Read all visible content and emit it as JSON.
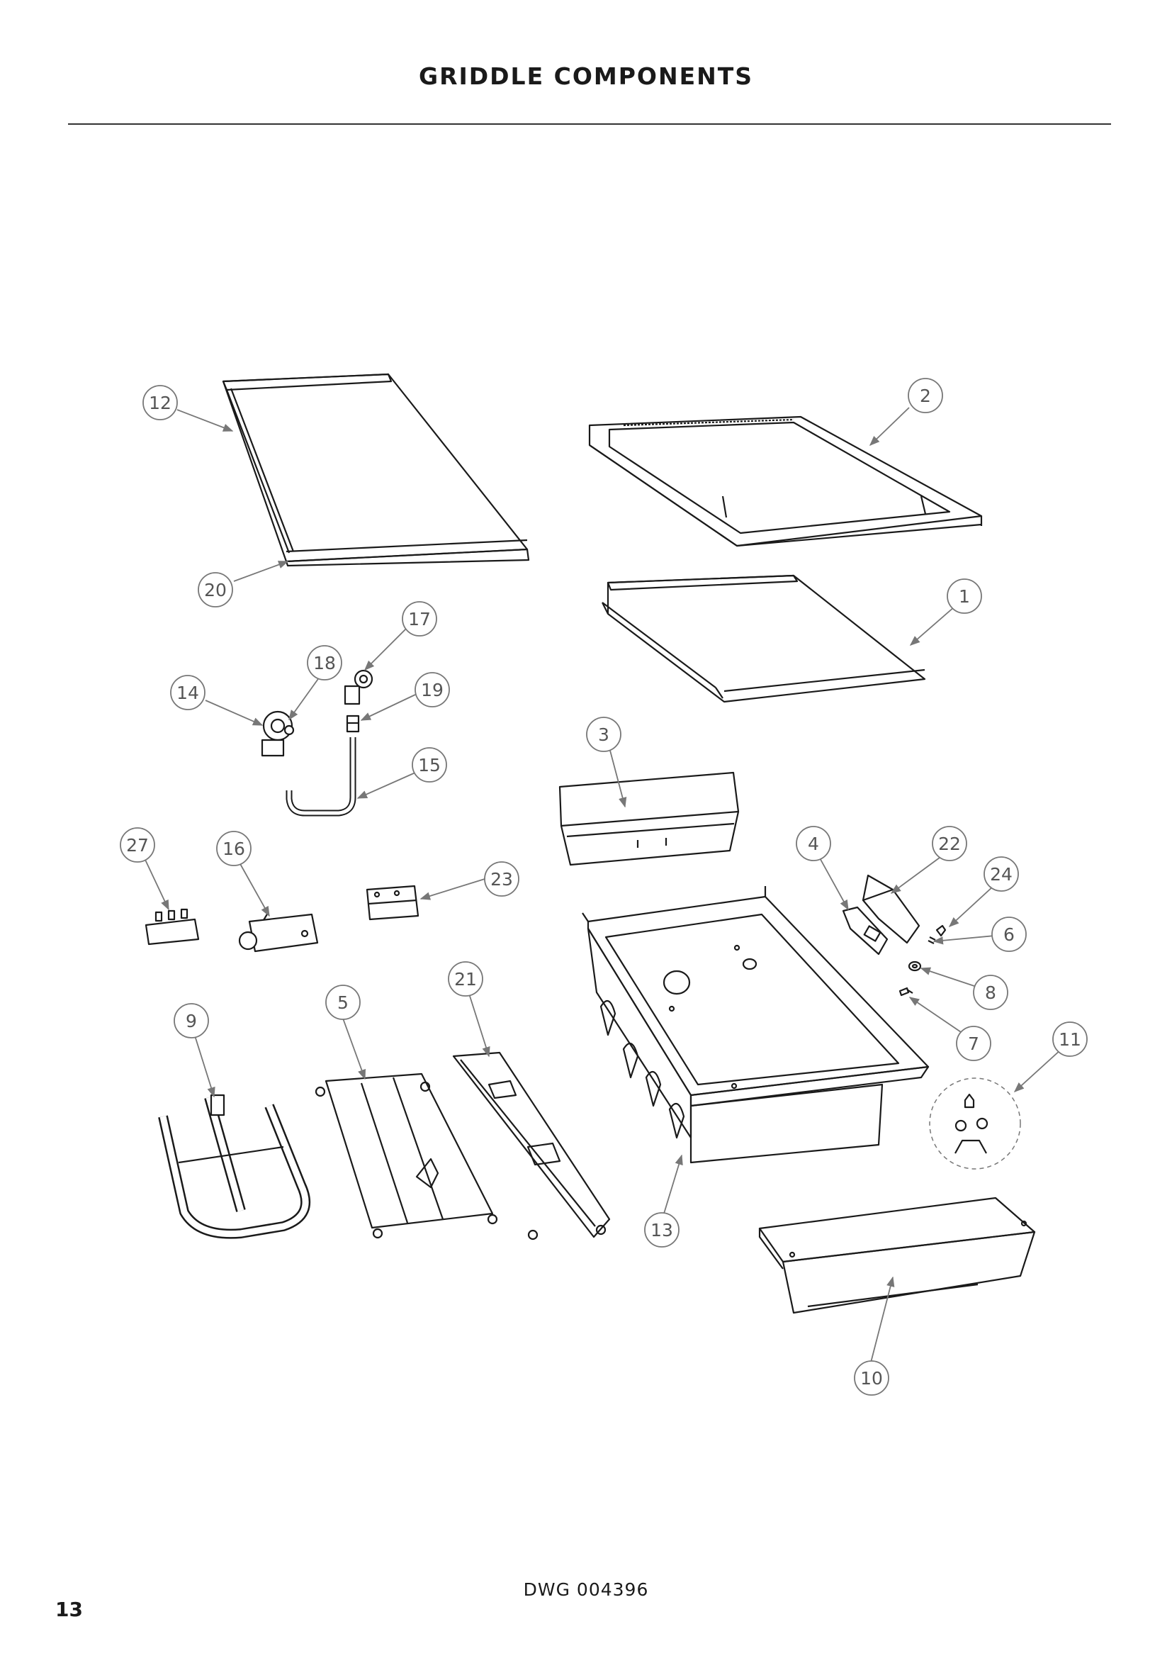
{
  "page": {
    "title": "GRIDDLE COMPONENTS",
    "drawing_number": "DWG 004396",
    "page_number": "13"
  },
  "callouts": {
    "c1": "1",
    "c2": "2",
    "c3": "3",
    "c4": "4",
    "c5": "5",
    "c6": "6",
    "c7": "7",
    "c8": "8",
    "c9": "9",
    "c10": "10",
    "c11": "11",
    "c12": "12",
    "c13": "13",
    "c14": "14",
    "c15": "15",
    "c16": "16",
    "c17": "17",
    "c18": "18",
    "c19": "19",
    "c20": "20",
    "c21": "21",
    "c22": "22",
    "c23": "23",
    "c24": "24",
    "c27": "27"
  }
}
